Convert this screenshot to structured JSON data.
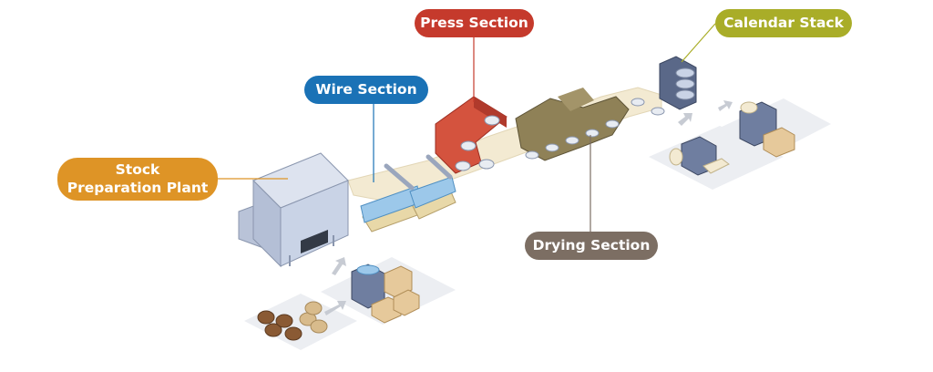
{
  "labels": {
    "press": "Press Section",
    "wire": "Wire Section",
    "stock_line1": "Stock",
    "stock_line2": "Preparation Plant",
    "drying": "Drying Section",
    "calendar": "Calendar Stack"
  },
  "colors": {
    "press": "#c53a2c",
    "wire": "#1a72b6",
    "stock": "#de9426",
    "drying": "#7c6e63",
    "calendar": "#a9ad28",
    "paper_web": "#f3ead2",
    "machine": "#c9d3e6",
    "machine_dark": "#7e8aa3",
    "wood": "#c9a26a",
    "box": "#e6c99b"
  }
}
